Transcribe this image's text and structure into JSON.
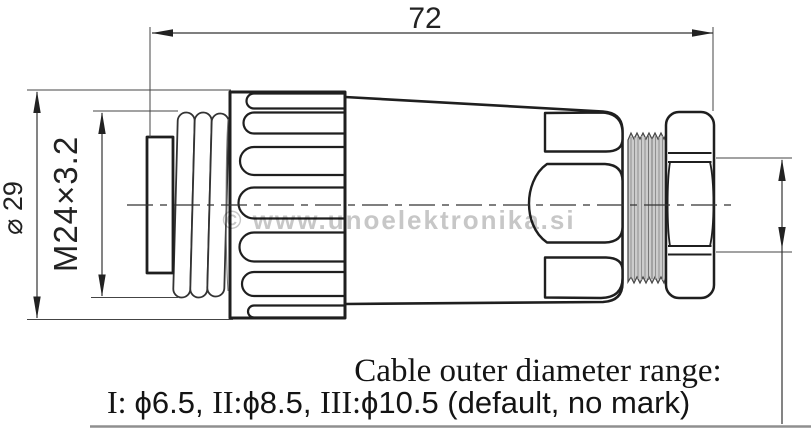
{
  "drawing": {
    "title": "circular connector side view technical drawing",
    "dimensions": {
      "overall_length": "72",
      "outer_diameter": "⌀ 29",
      "thread_spec": "M24×3.2"
    },
    "watermark": "© www.unoelektronika.si",
    "note": {
      "title": "Cable outer diameter range:",
      "option1_label": "I: ",
      "option1_value": "ϕ6.5, ",
      "option2_label": "II:",
      "option2_value": "ϕ8.5, ",
      "option3_label": "III:",
      "option3_value": "ϕ10.5 ",
      "suffix": "(default, no mark)"
    },
    "colors": {
      "line": "#1f1f1f",
      "dimension_line": "#333333",
      "thread_fill": "#cccccc",
      "watermark": "#b9b9b9",
      "frame_line": "#8f8f8f"
    }
  }
}
